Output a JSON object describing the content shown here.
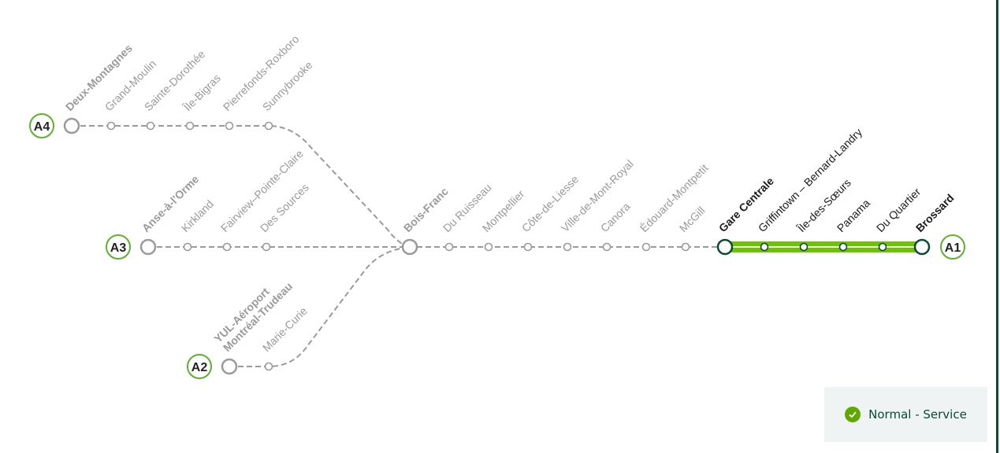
{
  "colors": {
    "inactive": "#9a9a9a",
    "active_line": "#6cc300",
    "active_station": "#0b4a32",
    "badge_ring": "#5fb02e",
    "text_active": "#1a1a1a"
  },
  "branches": [
    {
      "badge": "A4",
      "stations": [
        "Deux-Montagnes",
        "Grand-Moulin",
        "Sainte-Dorothée",
        "Île-Bigras",
        "Pierrefonds-Roxboro",
        "Sunnybrooke"
      ]
    },
    {
      "badge": "A3",
      "stations": [
        "Anse-à-l'Orme",
        "Kirkland",
        "Fairview–Pointe-Claire",
        "Des Sources"
      ]
    },
    {
      "badge": "A2",
      "stations": [
        "YUL-Aéroport Montréal-Trudeau",
        "Marie-Curie"
      ],
      "terminal_lines": [
        "YUL-Aéroport",
        "Montréal-Trudeau"
      ]
    }
  ],
  "trunk": {
    "stations": [
      "Bois-Franc",
      "Du Ruisseau",
      "Montpellier",
      "Côte-de-Liesse",
      "Ville-de-Mont-Royal",
      "Canora",
      "Édouard-Montpetit",
      "McGill"
    ]
  },
  "active": {
    "badge": "A1",
    "stations": [
      "Gare Centrale",
      "Griffintown – Bernard-Landry",
      "Île-des-Sœurs",
      "Panama",
      "Du Quartier",
      "Brossard"
    ]
  },
  "status": {
    "icon": "check-circle-icon",
    "label": "Normal - Service"
  }
}
